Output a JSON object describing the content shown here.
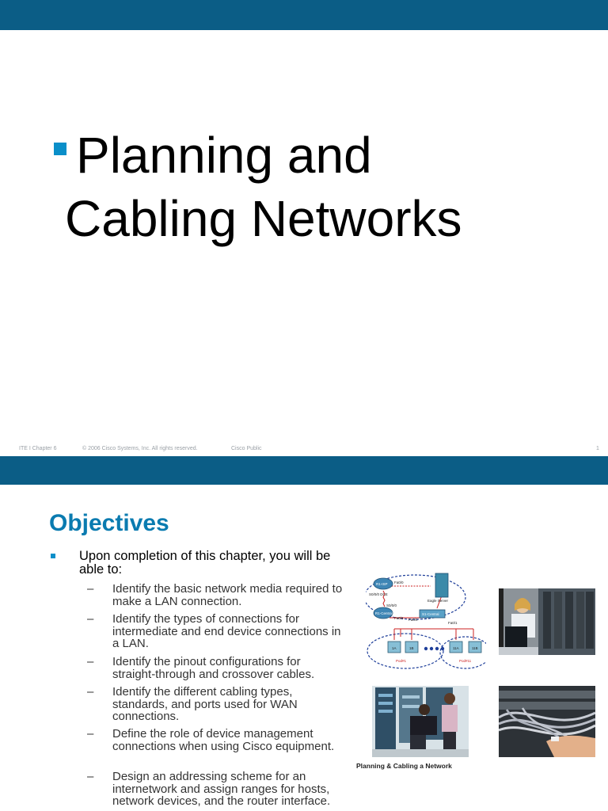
{
  "slide1": {
    "title_line1": "Planning and",
    "title_line2": "Cabling Networks",
    "footer": {
      "chapter": "ITE I Chapter 6",
      "copyright": "© 2006 Cisco Systems, Inc. All rights reserved.",
      "classification": "Cisco Public",
      "page_number": "1"
    }
  },
  "slide2": {
    "title": "Objectives",
    "main_bullet": "Upon completion of this chapter, you will be able to:",
    "sub_dash": "–",
    "sub_bullets": [
      "Identify the basic network media required to make a LAN connection.",
      "Identify the types of connections for intermediate and end device connections in a LAN.",
      "Identify the pinout configurations for straight-through and crossover cables.",
      "Identify the different cabling types, standards, and ports used for WAN connections.",
      "Define the role of device management connections when using Cisco equipment.",
      "Design an addressing scheme for an internetwork and assign ranges for hosts, network devices, and the router interface."
    ],
    "diagram": {
      "labels": [
        "R1-ISP",
        "S0/0/0 DCE",
        "S0/0/0",
        "R1-Central",
        "Fa0/0",
        "Fa0/0",
        "S1-Central",
        "Eagle Server",
        "Fa0/1",
        "Fa0/1",
        "1A",
        "1B",
        "11A",
        "11B",
        "Pod#1",
        "Pod#11"
      ],
      "caption": "Planning & Cabling a Network"
    },
    "colors": {
      "bar": "#0b5d86",
      "accent": "#0a8fc9",
      "title": "#0a7bb0"
    }
  }
}
